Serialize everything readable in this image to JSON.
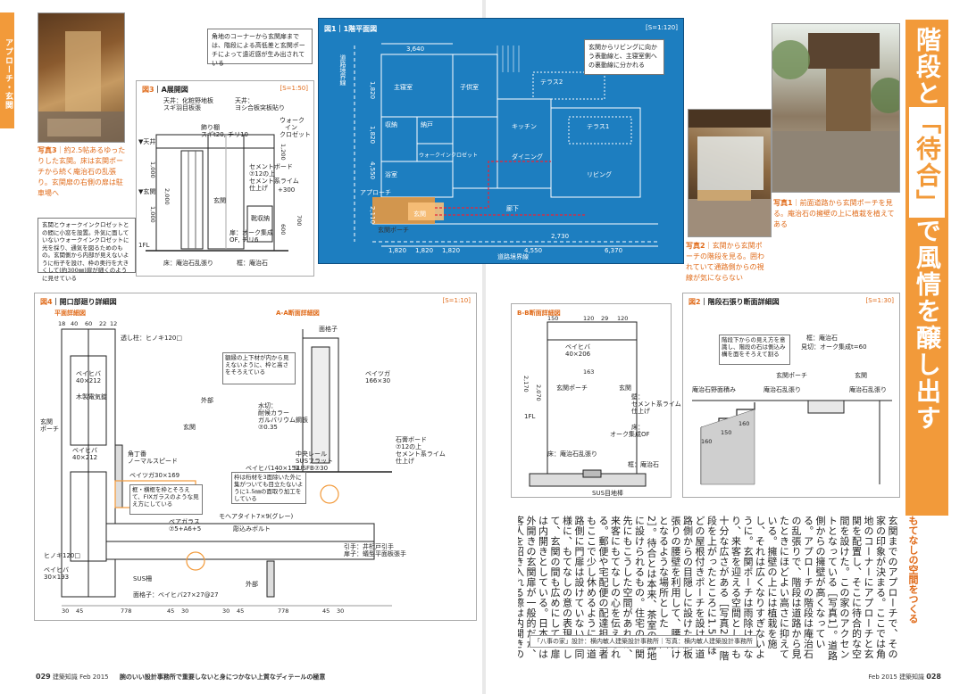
{
  "side_tab": "アプローチ・玄関",
  "photo3": {
    "caption_num": "写真3",
    "caption": "約2.5帖あるゆったりした玄関。床は玄関ポーチから続く庵治石の乱張り。玄関扉の右側の扉は駐車場へ"
  },
  "fig3": {
    "no": "図3",
    "title": "A展開図",
    "scale": "[S=1:50]",
    "labels": [
      "天井：化粧野地板",
      "スギ羽目板張",
      "天井：",
      "ヨシ合板突板貼り",
      "ウォーク",
      "イン",
      "クロゼット",
      "飾り棚",
      "スギt20, チリ10",
      "セメントボード",
      "⑦12の上",
      "セメント系ライム",
      "仕上げ",
      "玄関",
      "靴収納",
      "扉：オーク集成",
      "OF, チリ6",
      "▼天井",
      "▼玄関",
      "1FL",
      "床：庵治石乱張り",
      "框：庵治石",
      "+300",
      "2,000",
      "1,000",
      "1,000",
      "1,200",
      "600",
      "700"
    ]
  },
  "note_wic": "玄関とウォークインクロゼットとの間に小窓を設置。外気に面していないウォークインクロゼットに光を採り、通気を図るためのもの。玄関側から内部が見えないように桁子を設け、枠の奥行を大きくして(約300㎜)扉が細くのように見せている",
  "callout_top": "角地のコーナーから玄関扉までは、階段による高低差と玄関ポーチによって遠近感が生み出されている",
  "plan": {
    "no": "図1",
    "title": "1階平面図",
    "scale": "[S=1:120]",
    "callout": "玄関からリビングに向かう表動線と、主寝室側への裏動線に分かれる",
    "rooms": [
      "主寝室",
      "子供室",
      "収納",
      "納戸",
      "浴室",
      "ウォークインクロゼット",
      "玄関",
      "キッチン",
      "ダイニング",
      "リビング",
      "テラス1",
      "テラス2",
      "廊下",
      "玄関ポーチ",
      "道路境界線",
      "アプローチ",
      "道路境界線"
    ],
    "dims": [
      "3,640",
      "1,820",
      "1,820",
      "4,550",
      "2,110",
      "1,820",
      "1,820",
      "1,820",
      "4,550",
      "6,370",
      "2,730"
    ]
  },
  "photo2": {
    "caption_num": "写真2",
    "caption": "玄関から玄関ポーチの階段を見る。囲われていて通路側からの視線が気にならない"
  },
  "photo1": {
    "caption_num": "写真1",
    "caption": "前面道路から玄関ポーチを見る。庵治石の擁壁の上に植栽を植えてある"
  },
  "title": {
    "part1": "階段と",
    "hl": "「待合」",
    "part2": "で風情を醸し出す"
  },
  "fig4": {
    "no": "図4",
    "title": "開口部廻り詳細図",
    "scale": "[S=1:10]",
    "sub1": "平面詳細図",
    "sub2": "A-A断面詳細図",
    "labels": [
      "透し柱：ヒノキ120□",
      "ベイヒバ",
      "40×212",
      "木製電気錠",
      "玄関",
      "ポーチ",
      "ベイヒバ",
      "40×212",
      "角丁番",
      "ノーマルスピード",
      "ベイツガ30×169",
      "框・横框を枠とそろえて、FIXガラスのような見え方にしている",
      "ペアガラス",
      "⑦5+A6+5",
      "SUS柵",
      "ヒノキ120□",
      "ベイヒバ",
      "30×193",
      "面格子：ベイヒバ27×27@27",
      "外部",
      "外部",
      "玄関",
      "モヘアタイト7×9(グレー)",
      "彫込みボルト",
      "ベイヒバ140×151",
      "引手：井桁戸引手",
      "扉子：蟻型平面板張手",
      "額縁の上下材が内から見えないように、枠と高さをそろえている",
      "枠は桁材を3面除いた外に集がついても目立たないように1.5㎜の面取り加工をしている",
      "水切：",
      "耐候カラー",
      "ガルバリウム鋼板",
      "⑦0.35",
      "ベイツガ",
      "166×30",
      "面格子",
      "石膏ボード",
      "⑦12の上",
      "セメント系ライム",
      "仕上げ",
      "SUSフラット",
      "中央レール",
      "SUSFB⑦30"
    ],
    "dims_bottom": [
      "30",
      "45",
      "778",
      "45",
      "30",
      "30",
      "45",
      "778",
      "45",
      "30"
    ],
    "dims_top": [
      "18",
      "40",
      "60",
      "22",
      "12"
    ]
  },
  "figbb": {
    "sub": "B-B断面詳細図",
    "labels": [
      "ベイヒバ",
      "40×206",
      "玄関ポーチ",
      "玄関",
      "壁：",
      "セメント系ライム",
      "仕上げ",
      "床：",
      "オーク集成OF",
      "床：庵治石乱張り",
      "框：庵治石",
      "SUS目地棒",
      "1FL"
    ],
    "dims": [
      "150",
      "120",
      "29",
      "120",
      "163",
      "2,170",
      "2,070"
    ]
  },
  "fig2": {
    "no": "図2",
    "title": "階段石張り断面詳細図",
    "scale": "[S=1:30]",
    "callout": "階段下からの見え方を意識し、階段の石は側込み構を面をそろえて割る",
    "labels": [
      "框：庵治石",
      "見切：オーク集成t=60",
      "玄関",
      "玄関ポーチ",
      "庵治石野面積み",
      "庵治石乱張り",
      "庵治石乱張り",
      "160",
      "150",
      "160"
    ]
  },
  "subhead": "もてなしの空間をつくる",
  "body": "玄関までのアプローチで、その家の印象が決まる。ここでは角地のコーナーにアプローチと玄関を配置し、そこに待合的な空間を設けた。この家のアクセントとなっている［写真1］。道路側からの擁壁が高くなっている。アプローチの階段は庵治石の乱張りで、階段は道路から見たときにほどよい高さに抑えている。擁壁の上には植栽を施し、それは広くなりすぎないように。玄関ポーチは雨除けとなり、来客を迎える空間としても十分な広さがある［写真2］。階段を上がったところに1.5坪ほどの屋根付きポーチを設け、道路側からの目隠しに設けた腰板張りの腰壁を利用して、腰掛けとなるような場所とした［図2］。待合とは本来、茶室の露地に設けられるもの。住宅の玄関先にもこうした空間があれば、来客にもてなしの心を伝えられる。郵便や宅配便の配達担当者もここで少し休めるように、道路側に門扉は設けていない。同様に、もてなしの意の表現として、玄関の間も広めにして、扉は内開きとしている。日本では外開きの玄関扉が一般的だが、客人を招き入れる際は内開きのほうが良いと考えている。［横内敏人］",
  "credit": "「八事の家」設計：横内敏人建築設計事務所｜写真：横内敏人建築設計事務所",
  "footer_left": {
    "num": "029",
    "mag": "建築知識",
    "date": "Feb 2015",
    "text": "腕のいい設計事務所で重要しないと身につかない上質なディテールの極意"
  },
  "footer_right": {
    "date": "Feb 2015",
    "mag": "建築知識",
    "num": "028"
  }
}
